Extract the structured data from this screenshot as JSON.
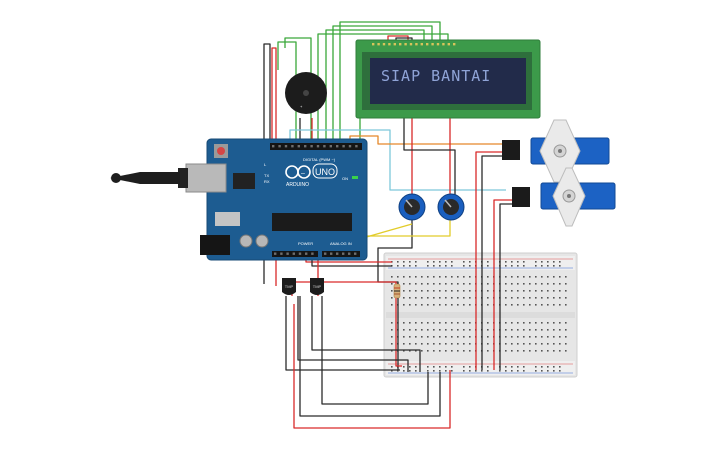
{
  "lcd": {
    "text": "SIAP BANTAI"
  },
  "arduino": {
    "model": "UNO",
    "brand": "ARDUINO",
    "labels": {
      "digital": "DIGITAL (PWM ~)",
      "power": "POWER",
      "analog": "ANALOG IN",
      "on": "ON",
      "tx": "TX",
      "rx": "RX",
      "l": "L"
    }
  },
  "sensors": [
    {
      "label": "TMP"
    },
    {
      "label": "TMP"
    }
  ],
  "colors": {
    "board": "#1d5c91",
    "lcd_pcb": "#3c9a4a",
    "lcd_screen": "#222b4a",
    "breadboard": "#e8e8e8",
    "servo": "#1c62c4",
    "wire_red": "#d92a2a",
    "wire_black": "#2b2b2b",
    "wire_green": "#3aa83a",
    "wire_orange": "#e5882a",
    "wire_cyan": "#7ec8da",
    "wire_yellow": "#e2cc2a"
  }
}
